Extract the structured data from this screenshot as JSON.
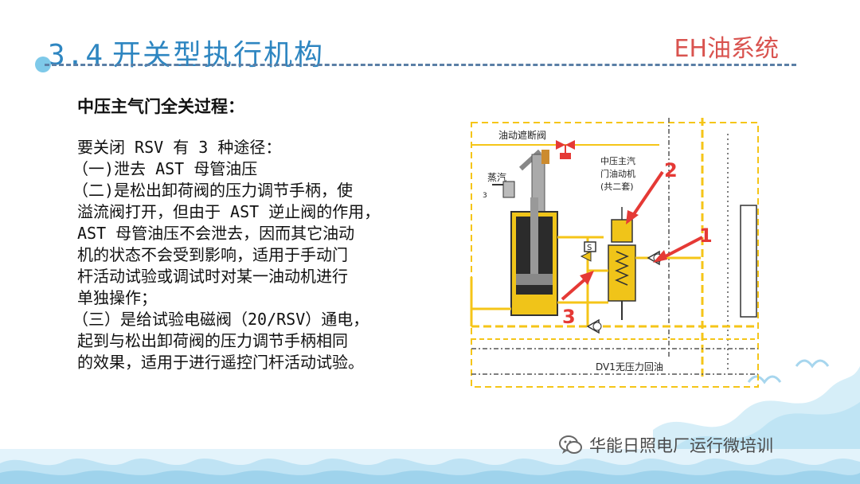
{
  "slide": {
    "section_number": "3.4",
    "title": "开关型执行机构",
    "system_tag": "EH油系统",
    "subtitle": "中压主气门全关过程：",
    "body_lines": [
      "要关闭 RSV 有 3 种途径：",
      "（一)泄去 AST 母管油压",
      "（二)是松出卸荷阀的压力调节手柄，使",
      "溢流阀打开，但由于 AST 逆止阀的作用，",
      "AST 母管油压不会泄去，因而其它油动",
      "机的状态不会受到影响，适用于手动门",
      "杆活动试验或调试时对某一油动机进行",
      "单独操作；",
      "（三）是给试验电磁阀（20/RSV）通电，",
      "起到与松出卸荷阀的压力调节手柄相同",
      "的效果，适用于进行遥控门杆活动试验。"
    ]
  },
  "diagram": {
    "labels": {
      "cutoff_valve": "油动遮断阀",
      "steam": "蒸汽",
      "actuator": [
        "中压主汽",
        "门油动机",
        "(共二套)"
      ],
      "return_line": "DV1无压力回油",
      "small_mark": "3",
      "valve_s": "S"
    },
    "markers": [
      "1",
      "2",
      "3"
    ],
    "colors": {
      "oil_line": "#f5c518",
      "cylinder": "#f0c419",
      "marker": "#e53935"
    }
  },
  "footer": {
    "watermark": "华能日照电厂运行微培训",
    "icon": "wechat-icon"
  }
}
